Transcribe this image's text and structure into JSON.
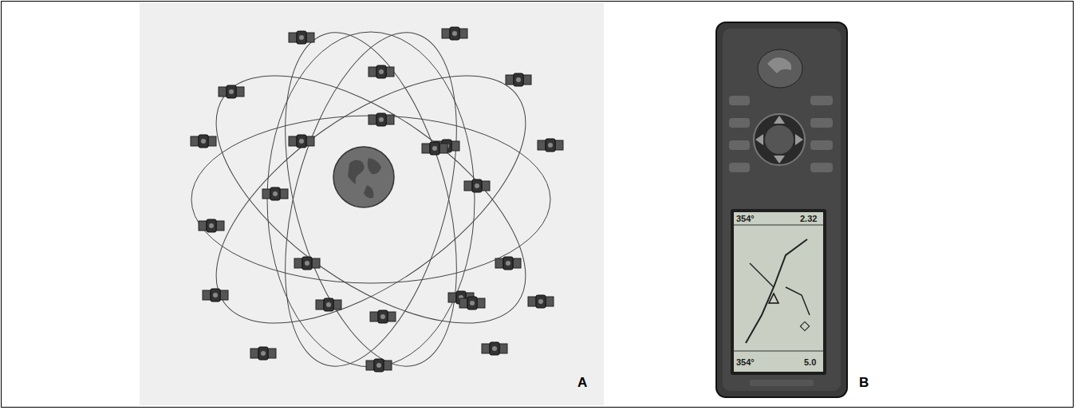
{
  "diagram": {
    "labels": [
      "A",
      "B",
      "354°",
      "2.32",
      "354°",
      "5.0"
    ]
  }
}
